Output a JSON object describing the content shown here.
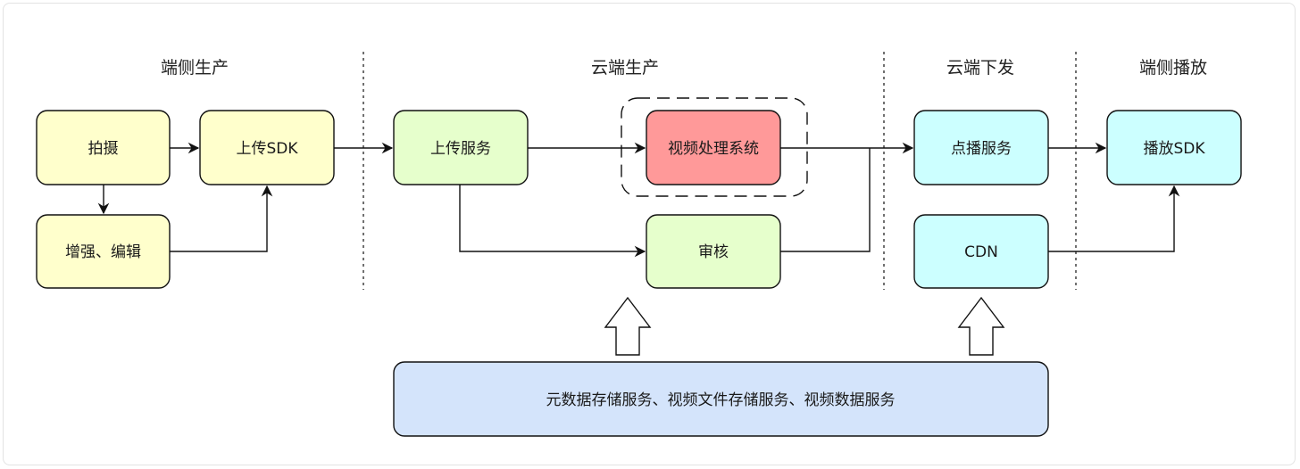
{
  "stages": {
    "device_production": "端侧生产",
    "cloud_production": "云端生产",
    "cloud_delivery": "云端下发",
    "device_playback": "端侧播放"
  },
  "nodes": {
    "capture": "拍摄",
    "upload_sdk": "上传SDK",
    "enhance_edit": "增强、编辑",
    "upload_service": "上传服务",
    "video_processing": "视频处理系统",
    "review": "审核",
    "vod_service": "点播服务",
    "cdn": "CDN",
    "player_sdk": "播放SDK",
    "storage_services": "元数据存储服务、视频文件存储服务、视频数据服务"
  },
  "colors": {
    "device_node": "#ffffcc",
    "cloud_node": "#e6ffcc",
    "highlight_node": "#ff9999",
    "delivery_node": "#ccffff",
    "storage_node": "#d4e4fb"
  }
}
